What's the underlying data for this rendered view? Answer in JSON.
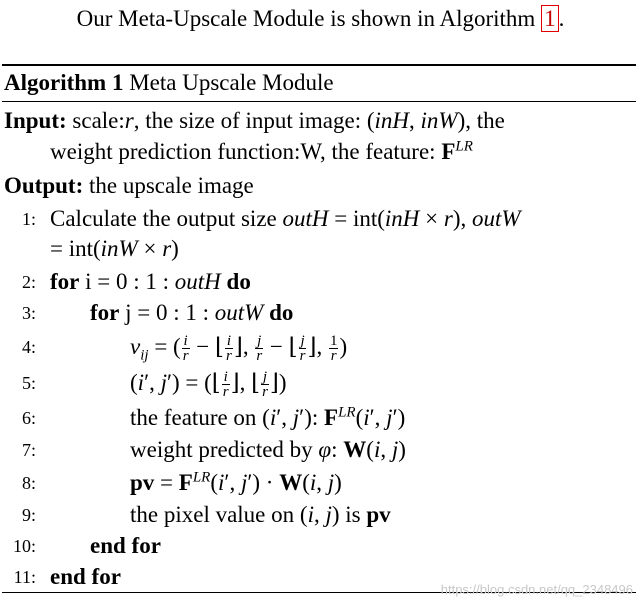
{
  "intro": {
    "text": "Our Meta-Upscale Module is shown in Algorithm",
    "ref": "1",
    "period": "."
  },
  "algorithm": {
    "label": "Algorithm 1",
    "title": "Meta Upscale Module",
    "input": {
      "label": "Input:",
      "line1": "scale:r, the size of input image: (inH, inW), the",
      "line2": "weight prediction function:W, the feature: F^LR"
    },
    "output": {
      "label": "Output:",
      "text": "the upscale image"
    },
    "lines": [
      {
        "no": "1:",
        "text": "Calculate the output size outH = int(inH × r), outW",
        "text2": "= int(inW × r)"
      },
      {
        "no": "2:",
        "kw1": "for",
        "text": "i = 0 : 1 : outH",
        "kw2": "do"
      },
      {
        "no": "3:",
        "kw1": "for",
        "text": "j = 0 : 1 : outW",
        "kw2": "do"
      },
      {
        "no": "4:",
        "text": "v_ij = (i/r − ⌊i/r⌋, j/r − ⌊j/r⌋, 1/r)"
      },
      {
        "no": "5:",
        "text": "(i′, j′) = (⌊i/r⌋, ⌊j/r⌋)"
      },
      {
        "no": "6:",
        "text": "the feature on (i′, j′): F^LR(i′, j′)"
      },
      {
        "no": "7:",
        "text": "weight predicted by φ: W(i, j)"
      },
      {
        "no": "8:",
        "text": "pv = F^LR(i′, j′) · W(i, j)"
      },
      {
        "no": "9:",
        "text": "the pixel value on (i, j) is pv"
      },
      {
        "no": "10:",
        "kw1": "end for"
      },
      {
        "no": "11:",
        "kw1": "end for"
      }
    ]
  },
  "watermark": "https://blog.csdn.net/qq_2348496"
}
